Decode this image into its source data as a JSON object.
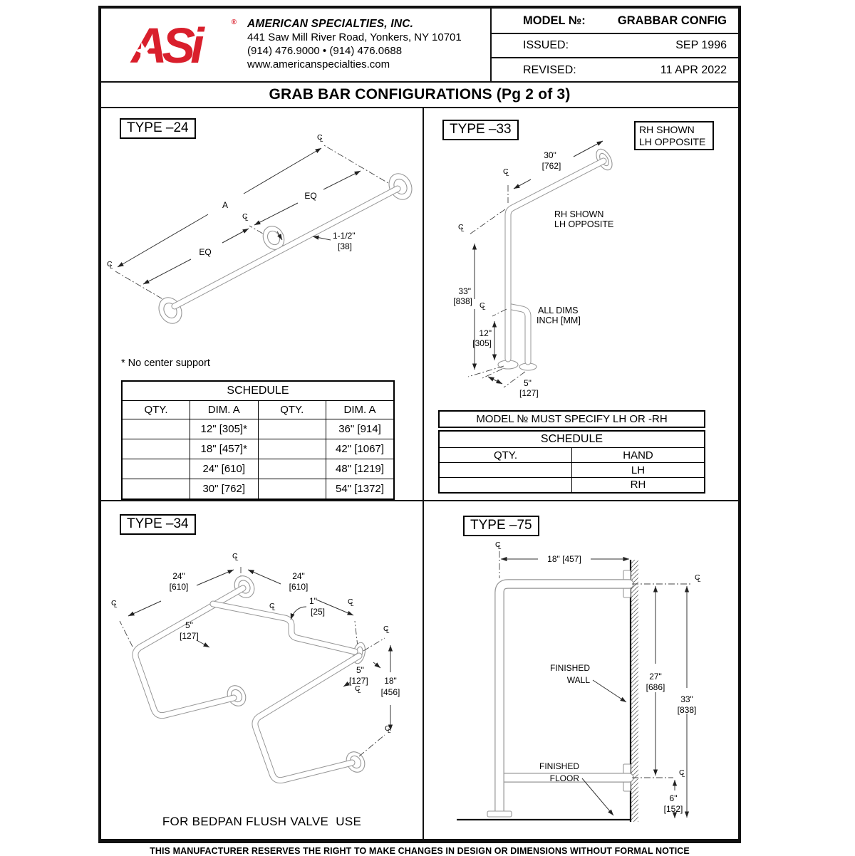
{
  "header": {
    "logo_text": "ASi",
    "logo_registered": "®",
    "company_name": "AMERICAN SPECIALTIES, INC.",
    "address": "441 Saw Mill River Road, Yonkers, NY 10701",
    "phone": "(914) 476.9000 • (914) 476.0688",
    "website": "www.americanspecialties.com",
    "model_label": "MODEL №:",
    "model_value": "GRABBAR CONFIG",
    "issued_label": "ISSUED:",
    "issued_value": "SEP 1996",
    "revised_label": "REVISED:",
    "revised_value": "11 APR 2022"
  },
  "title_bar": "GRAB BAR CONFIGURATIONS (Pg 2 of 3)",
  "footer": "THIS MANUFACTURER RESERVES THE RIGHT TO MAKE CHANGES IN DESIGN OR DIMENSIONS WITHOUT FORMAL NOTICE",
  "icons": {
    "centerline_c": "C",
    "centerline_l": "L",
    "star": "★"
  },
  "colors": {
    "brand_red": "#D91F2C",
    "line_black": "#111111",
    "drawing_gray": "#979797"
  },
  "type24": {
    "label": "TYPE –24",
    "note": "* No center support",
    "dims": {
      "a": "A",
      "eq_upper": "EQ",
      "eq_lower": "EQ",
      "dia_in": "1-1/2\"",
      "dia_mm": "[38]"
    },
    "schedule": {
      "title": "SCHEDULE",
      "columns": [
        "QTY.",
        "DIM. A",
        "QTY.",
        "DIM. A"
      ],
      "rows": [
        [
          "",
          "12\" [305]*",
          "",
          "36\" [914]"
        ],
        [
          "",
          "18\" [457]*",
          "",
          "42\" [1067]"
        ],
        [
          "",
          "24\" [610]",
          "",
          "48\" [1219]"
        ],
        [
          "",
          "30\" [762]",
          "",
          "54\" [1372]"
        ]
      ]
    }
  },
  "type33": {
    "label": "TYPE –33",
    "corner_note_line1": "RH SHOWN",
    "corner_note_line2": "LH OPPOSITE",
    "dims": {
      "top_in": "30\"",
      "top_mm": "[762]",
      "note1": "RH SHOWN",
      "note2": "LH OPPOSITE",
      "h_in": "33\"",
      "h_mm": "[838]",
      "alldims1": "ALL DIMS",
      "alldims2": "INCH [MM]",
      "v_in": "12\"",
      "v_mm": "[305]",
      "d_in": "5\"",
      "d_mm": "[127]"
    },
    "spec_note": "MODEL № MUST SPECIFY LH OR -RH",
    "schedule": {
      "title": "SCHEDULE",
      "columns": [
        "QTY.",
        "HAND"
      ],
      "rows": [
        [
          "",
          "LH"
        ],
        [
          "",
          "RH"
        ]
      ]
    }
  },
  "type34": {
    "label": "TYPE –34",
    "caption": "FOR BEDPAN FLUSH VALVE  USE",
    "dims": {
      "left_in": "24\"",
      "left_mm": "[610]",
      "right_in": "24\"",
      "right_mm": "[610]",
      "jog_in": "1\"",
      "jog_mm": "[25]",
      "d1_in": "5\"",
      "d1_mm": "[127]",
      "d2_in": "5\"",
      "d2_mm": "[127]",
      "h_in": "18\"",
      "h_mm": "[456]"
    }
  },
  "type75": {
    "label": "TYPE –75",
    "dims": {
      "w": "18\" [457]",
      "wall1": "FINISHED",
      "wall2": "WALL",
      "m_in": "27\"",
      "m_mm": "[686]",
      "h_in": "33\"",
      "h_mm": "[838]",
      "floor1": "FINISHED",
      "floor2": "FLOOR",
      "b_in": "6\"",
      "b_mm": "[152]"
    }
  }
}
